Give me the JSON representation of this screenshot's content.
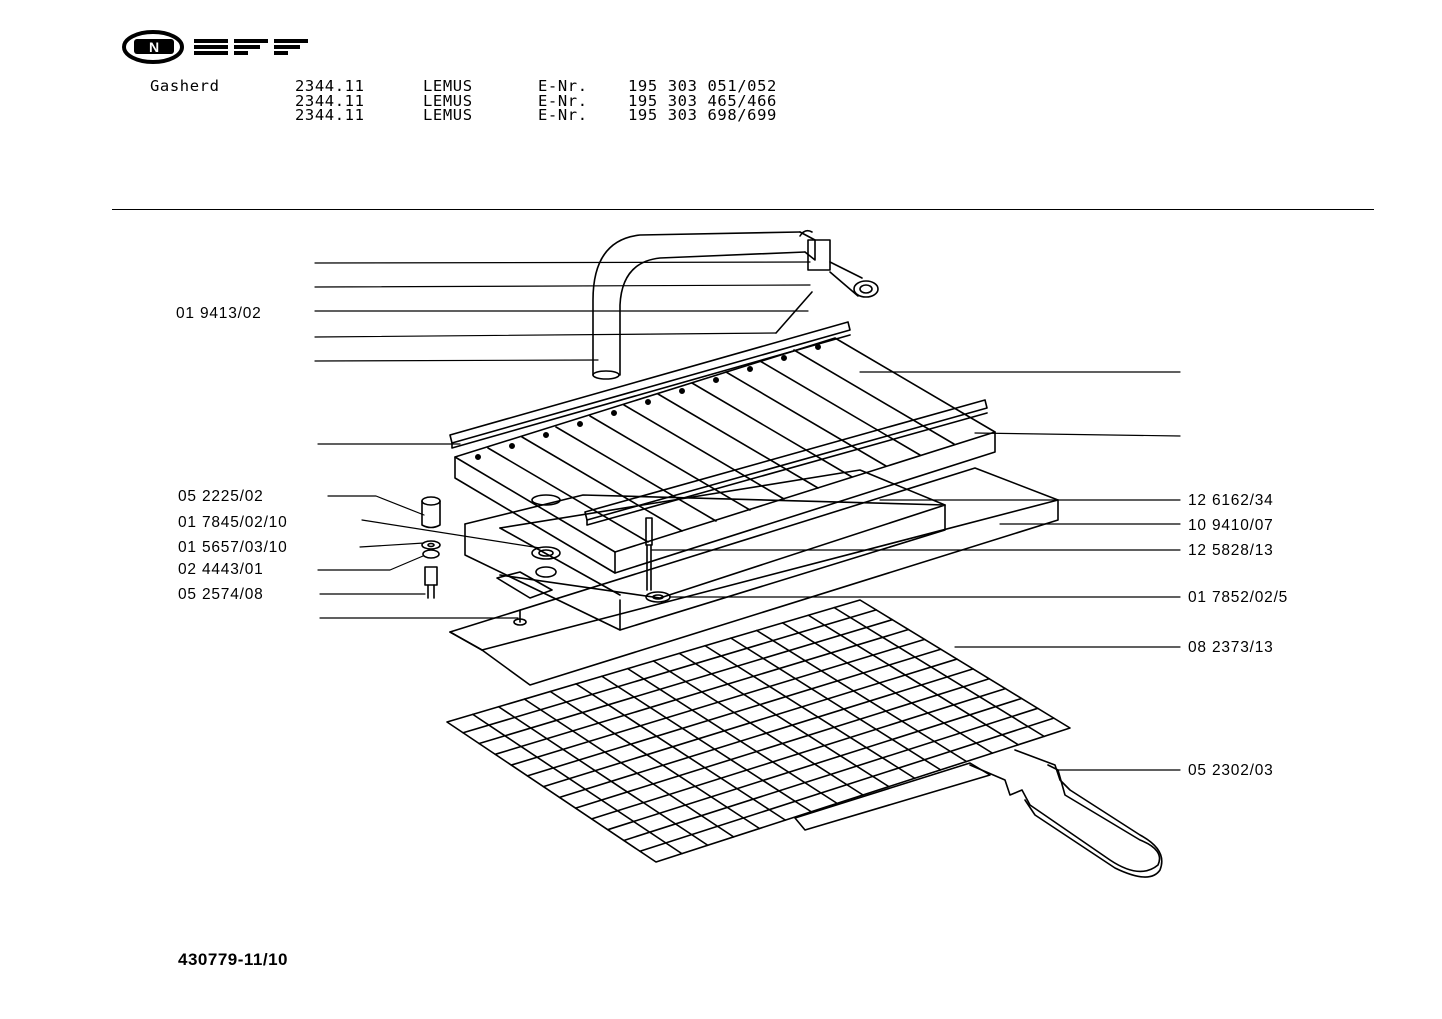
{
  "brand": {
    "name": "NEFF"
  },
  "header": {
    "appliance": "Gasherd",
    "rows": [
      {
        "model": "2344.11",
        "name": "LEMUS",
        "enr_label": "E-Nr.",
        "enr": "195 303 051/052"
      },
      {
        "model": "2344.11",
        "name": "LEMUS",
        "enr_label": "E-Nr.",
        "enr": "195 303 465/466"
      },
      {
        "model": "2344.11",
        "name": "LEMUS",
        "enr_label": "E-Nr.",
        "enr": "195 303 698/699"
      }
    ]
  },
  "parts_left": [
    "01 9413/02",
    "05 2225/02",
    "01 7845/02/10",
    "01 5657/03/10",
    "02 4443/01",
    "05 2574/08"
  ],
  "parts_right": [
    "12 6162/34",
    "10 9410/07",
    "12 5828/13",
    "01 7852/02/5",
    "08 2373/13",
    "05 2302/03"
  ],
  "footer": {
    "code": "430779-11/10"
  }
}
